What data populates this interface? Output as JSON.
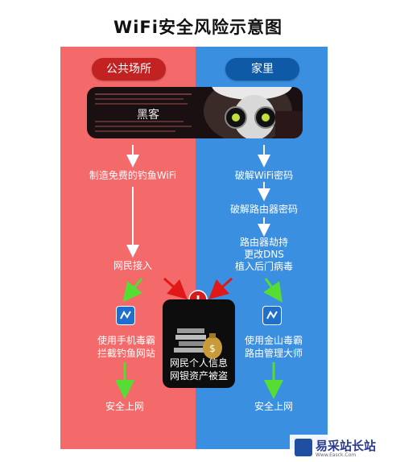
{
  "title": "WiFi安全风险示意图",
  "left": {
    "label": "公共场所",
    "steps": [
      "制造免费的钓鱼WiFi",
      "网民接入"
    ],
    "protect": [
      "使用手机毒霸",
      "拦截钓鱼网站"
    ],
    "safe": "安全上网"
  },
  "right": {
    "label": "家里",
    "steps": [
      "破解WiFi密码",
      "破解路由器密码"
    ],
    "router": [
      "路由器劫持",
      "更改DNS",
      "植入后门病毒"
    ],
    "protect": [
      "使用金山毒霸",
      "路由管理大师"
    ],
    "safe": "安全上网"
  },
  "hacker": "黑客",
  "center": [
    "网民个人信息",
    "网银资产被盗"
  ],
  "watermark": {
    "name": "易采站长站",
    "url": "Www.Easck.Com"
  },
  "colors": {
    "left_panel": "#f46a6a",
    "right_panel": "#3b8fe0",
    "left_pill": "#c22222",
    "right_pill": "#0f5aa6",
    "arrow_green": "#55dd33",
    "arrow_red": "#e01818"
  }
}
